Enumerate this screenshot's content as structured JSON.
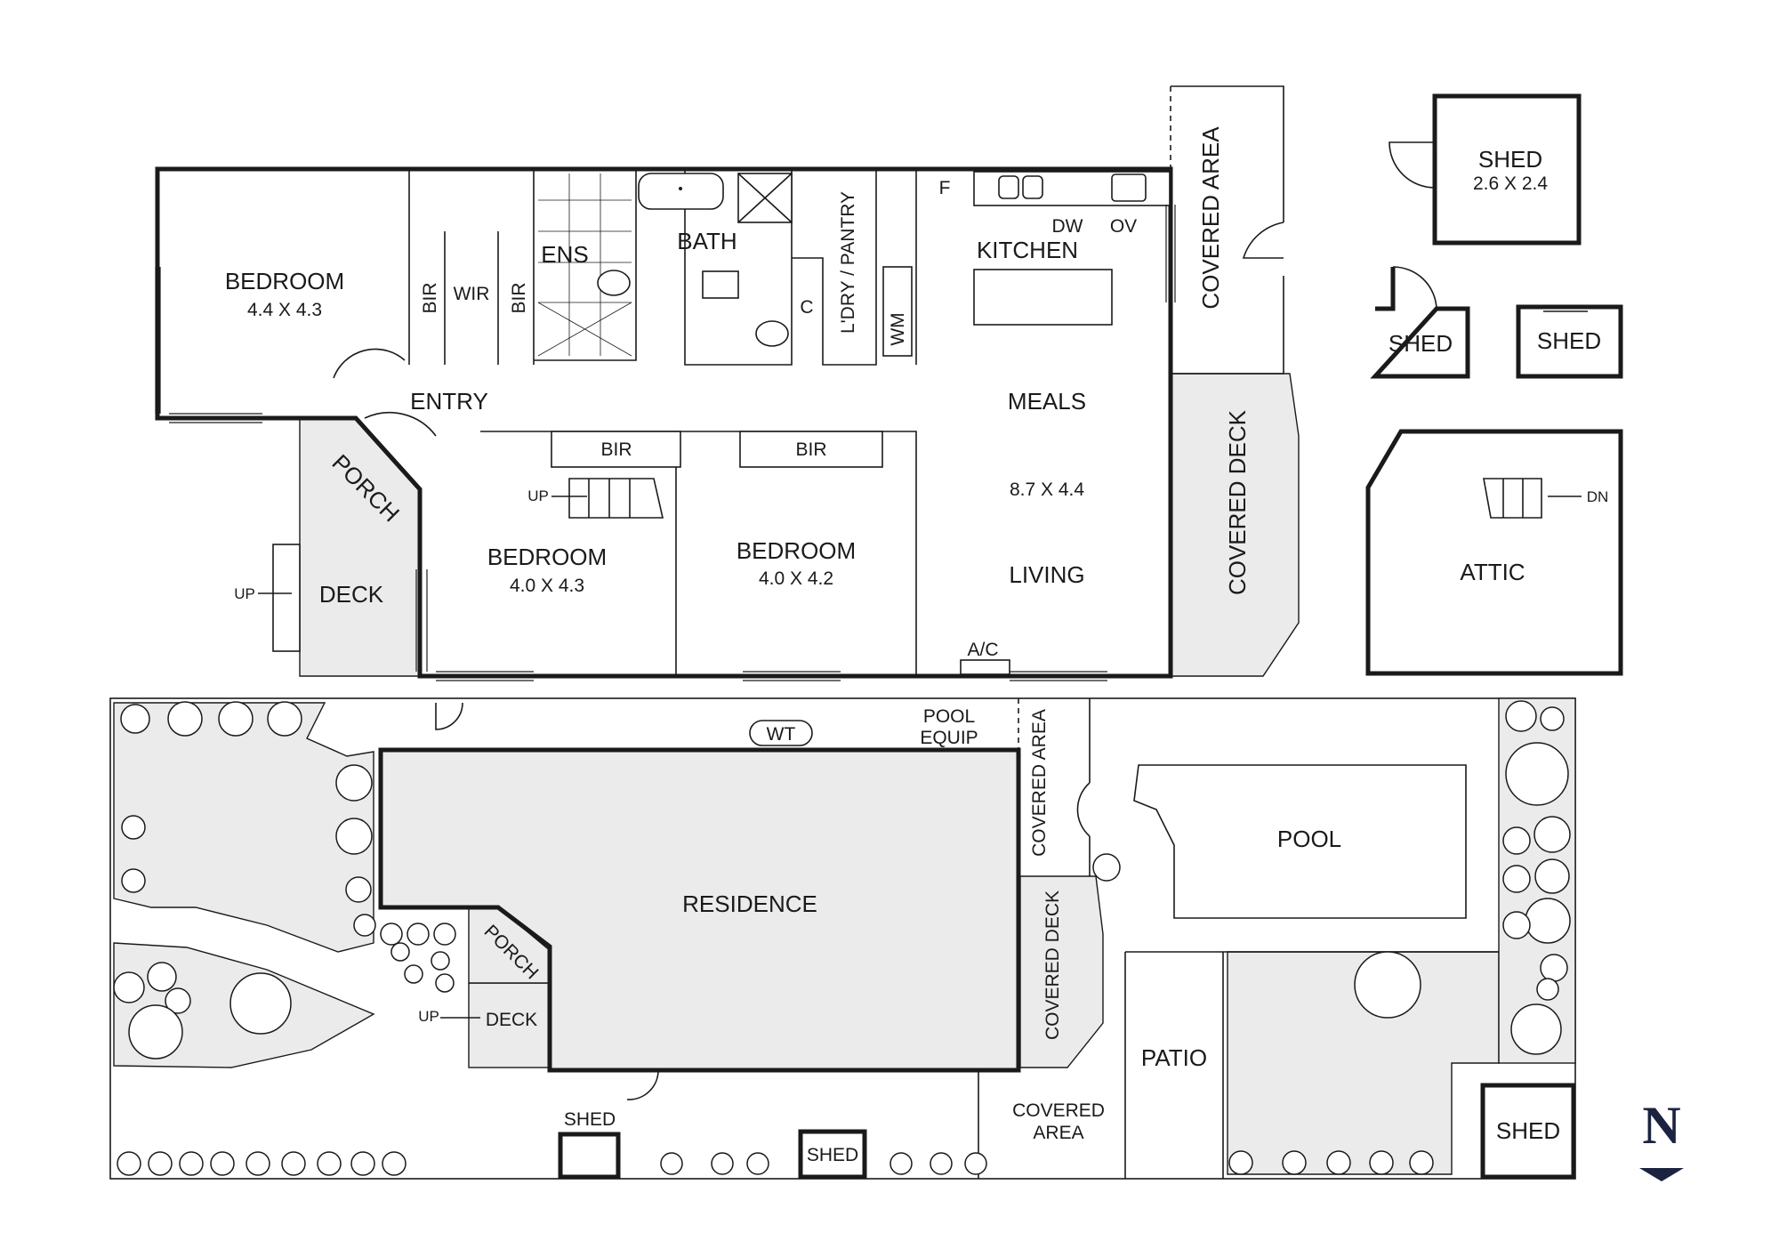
{
  "floor_plan": {
    "rooms": {
      "bedroom_1": "BEDROOM",
      "bedroom_1_size": "4.4 X 4.3",
      "bir": "BIR",
      "wir": "WIR",
      "ens": "ENS",
      "bath": "BATH",
      "c": "C",
      "ldry_pantry": "L'DRY / PANTRY",
      "wm": "WM",
      "f": "F",
      "dw": "DW",
      "ov": "OV",
      "kitchen": "KITCHEN",
      "entry": "ENTRY",
      "meals": "MEALS",
      "meals_living_size": "8.7 X 4.4",
      "living": "LIVING",
      "porch": "PORCH",
      "deck": "DECK",
      "up": "UP",
      "bedroom_2": "BEDROOM",
      "bedroom_2_size": "4.0 X 4.3",
      "bedroom_3": "BEDROOM",
      "bedroom_3_size": "4.0 X 4.2",
      "ac": "A/C",
      "covered_area": "COVERED AREA",
      "covered_deck": "COVERED DECK"
    }
  },
  "outbuildings": {
    "shed_main": "SHED",
    "shed_main_size": "2.6 X 2.4",
    "shed_left": "SHED",
    "shed_right": "SHED",
    "attic": "ATTIC",
    "dn": "DN"
  },
  "site_plan": {
    "wt": "WT",
    "pool_equip_1": "POOL",
    "pool_equip_2": "EQUIP",
    "covered_area": "COVERED AREA",
    "pool": "POOL",
    "residence": "RESIDENCE",
    "porch": "PORCH",
    "up": "UP",
    "deck": "DECK",
    "covered_deck": "COVERED DECK",
    "patio": "PATIO",
    "covered_area_2_l1": "COVERED",
    "covered_area_2_l2": "AREA",
    "shed_1": "SHED",
    "shed_2": "SHED",
    "shed_3": "SHED"
  },
  "compass": {
    "letter": "N"
  },
  "colors": {
    "line": "#1a1a1a",
    "shade": "#ebebeb",
    "compass": "#1b2340"
  }
}
